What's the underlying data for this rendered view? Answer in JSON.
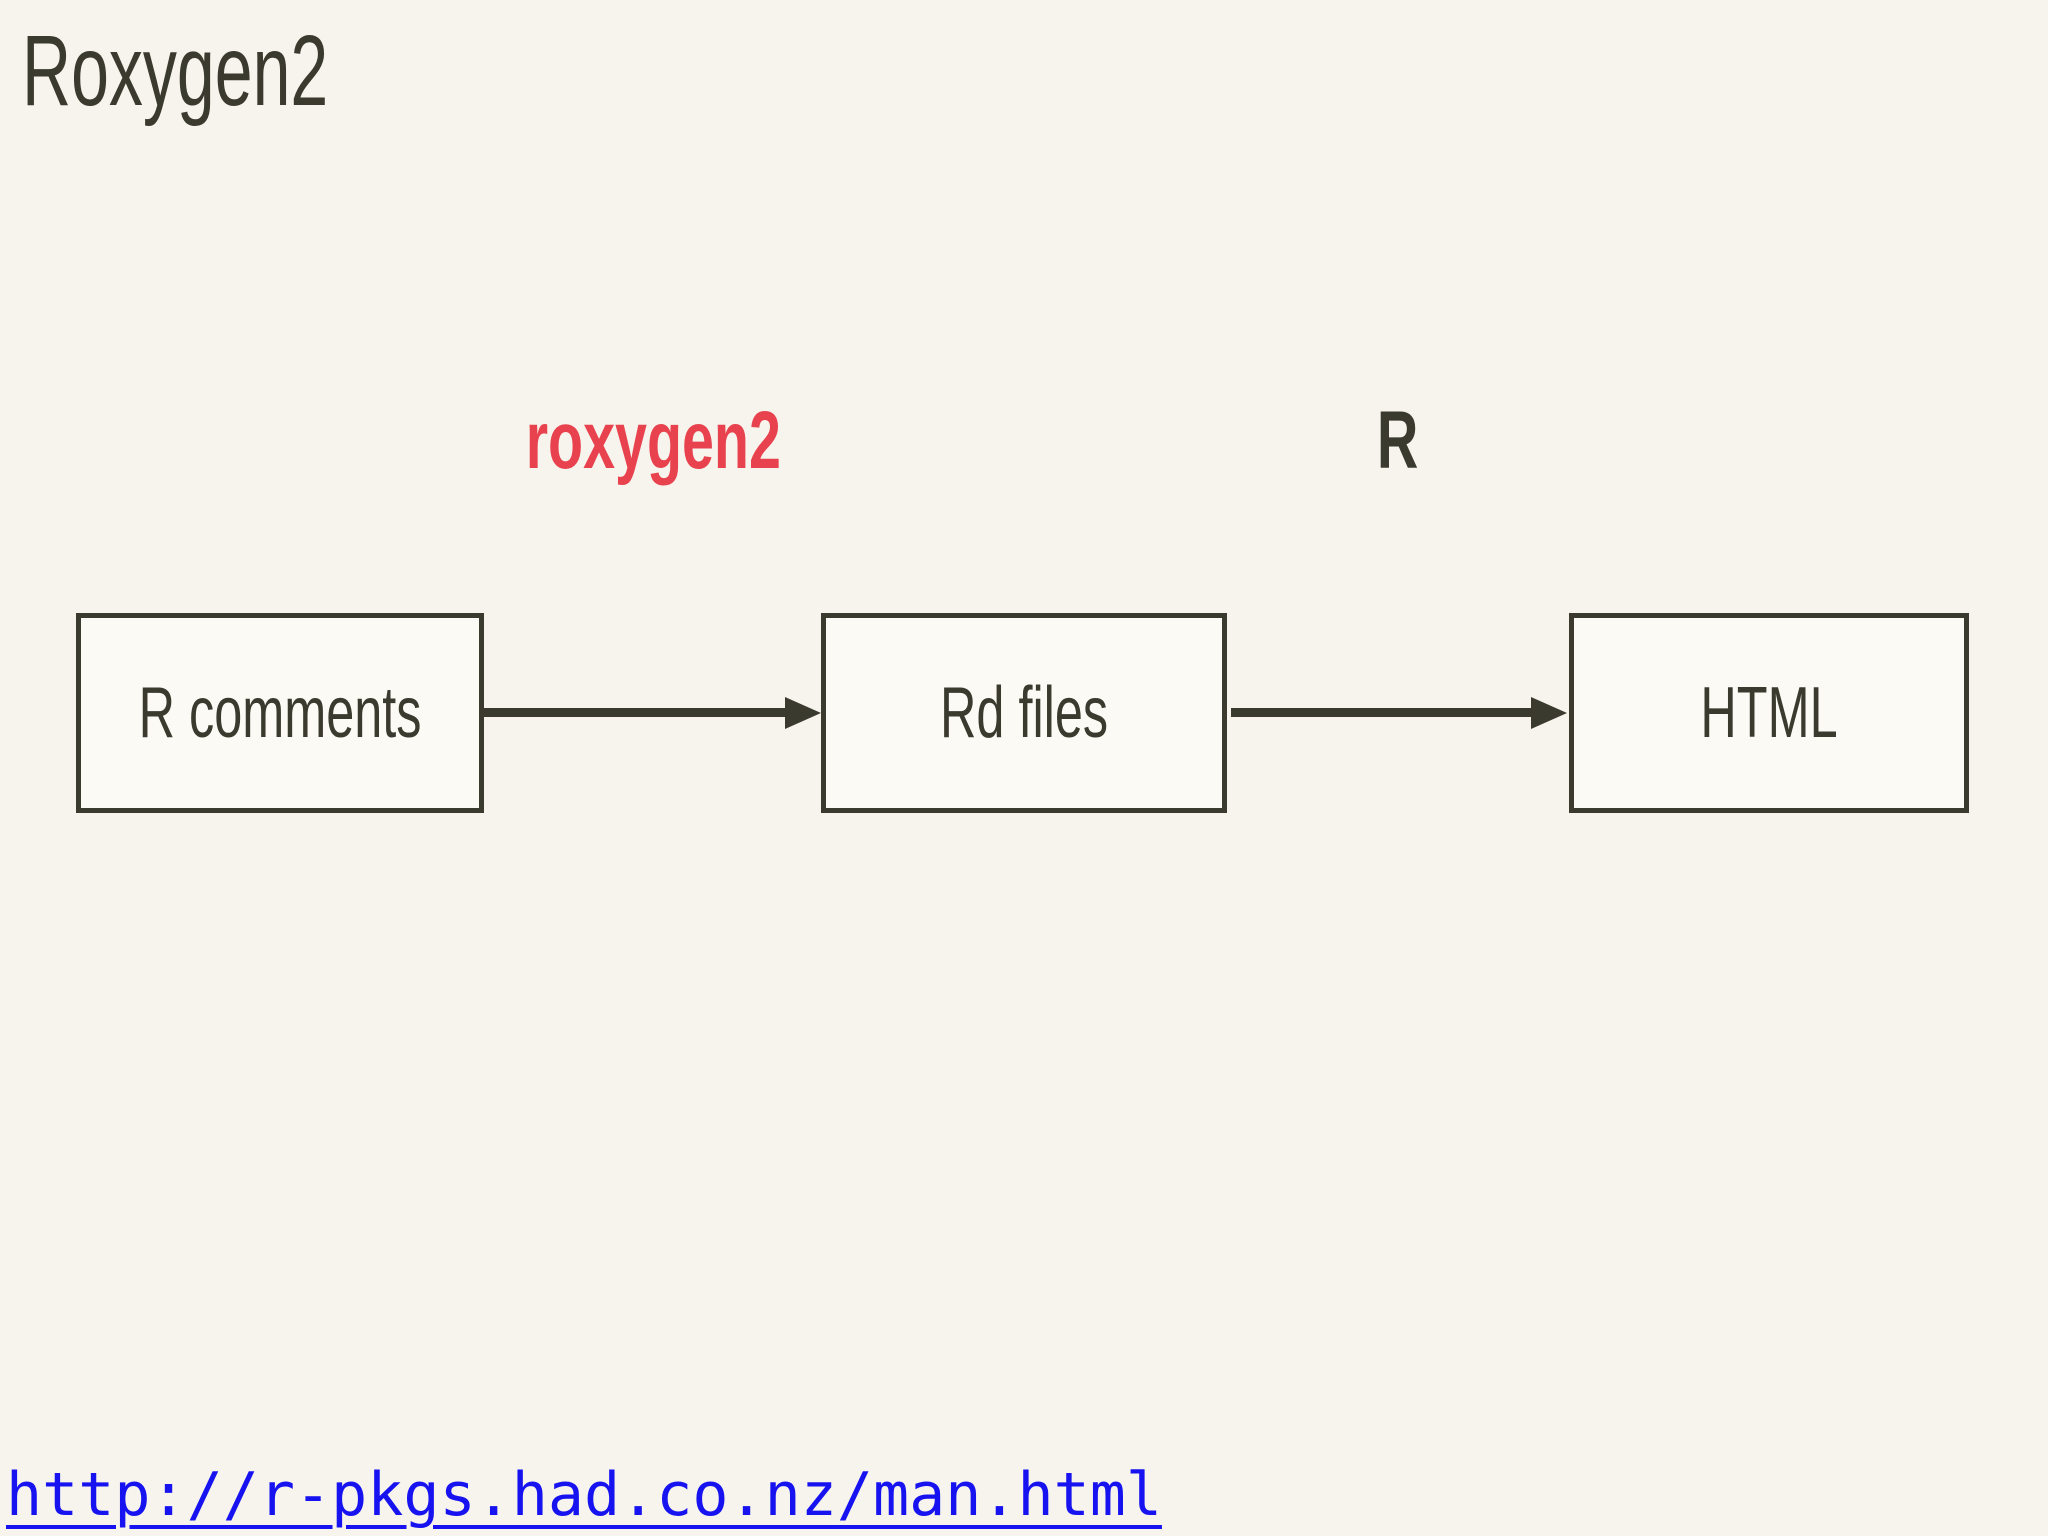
{
  "slide": {
    "title": "Roxygen2",
    "background_color": "#f6f4ec",
    "ink_color": "#3b3a2f"
  },
  "diagram": {
    "nodes": [
      {
        "id": "r-comments",
        "label": "R comments"
      },
      {
        "id": "rd-files",
        "label": "Rd files"
      },
      {
        "id": "html",
        "label": "HTML"
      }
    ],
    "edges": [
      {
        "from": "r-comments",
        "to": "rd-files",
        "label": "roxygen2",
        "label_color": "#e8424f"
      },
      {
        "from": "rd-files",
        "to": "html",
        "label": "R",
        "label_color": "#3b3a2f"
      }
    ],
    "node_fill_color": "#fbfaf4",
    "node_border_color": "#3b3a2f",
    "arrow_color": "#3b3a2f"
  },
  "footer": {
    "link_text": "http://r-pkgs.had.co.nz/man.html",
    "link_color": "#1712f0"
  }
}
